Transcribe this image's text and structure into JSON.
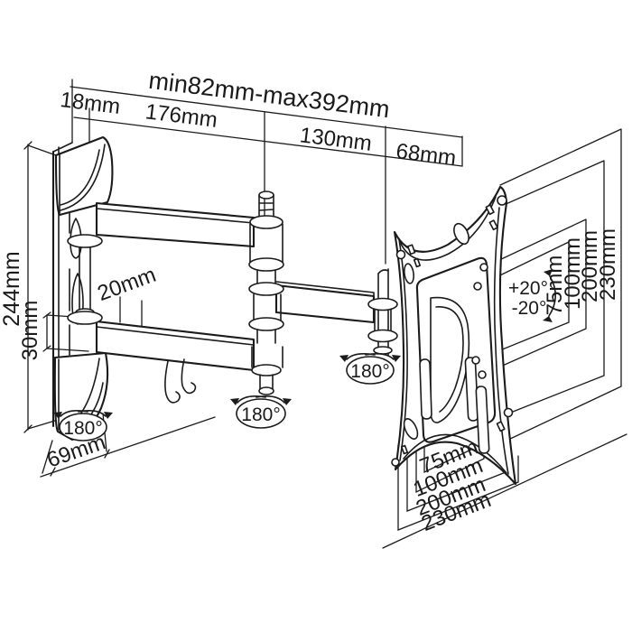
{
  "diagram_type": "tv-wall-mount-dimension-drawing",
  "colors": {
    "line": "#1b1b1b",
    "background": "#ffffff"
  },
  "labels": {
    "overall_extension": "min82mm-max392mm",
    "seg_wall_depth": "18mm",
    "seg_arm1": "176mm",
    "seg_arm2": "130mm",
    "seg_plate": "68mm",
    "plate_height": "244mm",
    "arm_gap": "30mm",
    "slot_pitch": "20mm",
    "folded_depth": "69mm",
    "swivel_wall": "180°",
    "swivel_mid": "180°",
    "swivel_plate": "180°",
    "tilt_up": "+20°",
    "tilt_down": "-20°",
    "vesa_vertical": [
      "75mm",
      "100mm",
      "200mm",
      "230mm"
    ],
    "vesa_horizontal": [
      "75mm",
      "100mm",
      "200mm",
      "230mm"
    ]
  }
}
